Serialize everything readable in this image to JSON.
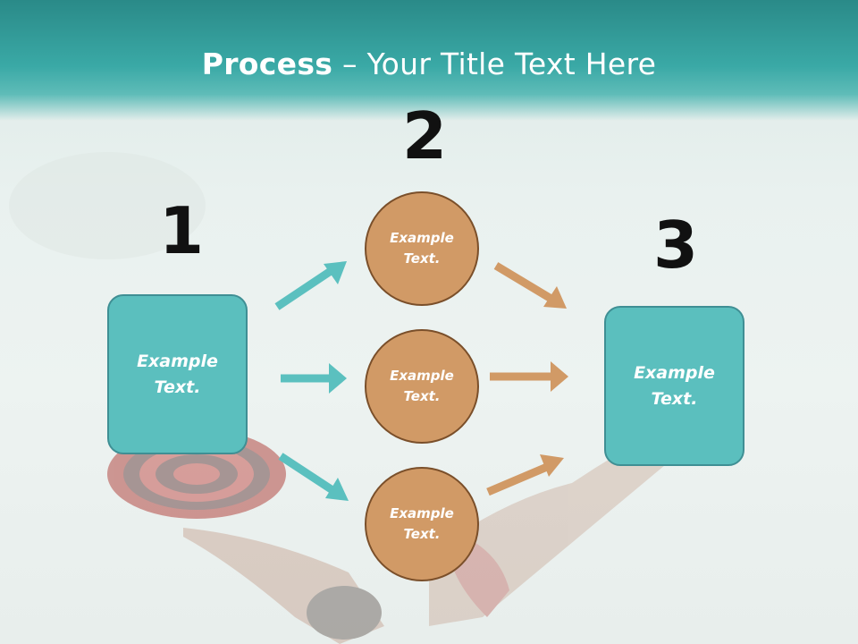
{
  "title": {
    "bold": "Process",
    "rest": " – Your Title Text Here"
  },
  "steps": [
    {
      "number": "1"
    },
    {
      "number": "2"
    },
    {
      "number": "3"
    }
  ],
  "left_box": {
    "text": "Example\nText."
  },
  "right_box": {
    "text": "Example\nText."
  },
  "circles": [
    {
      "text": "Example\nText."
    },
    {
      "text": "Example\nText."
    },
    {
      "text": "Example\nText."
    }
  ],
  "colors": {
    "teal": "#5bbfbe",
    "teal_border": "#3f8f94",
    "circle": "#d19a66",
    "circle_border": "#7a4f2a",
    "arrow_teal": "#5bc0bf",
    "arrow_tan": "#d19a66"
  }
}
